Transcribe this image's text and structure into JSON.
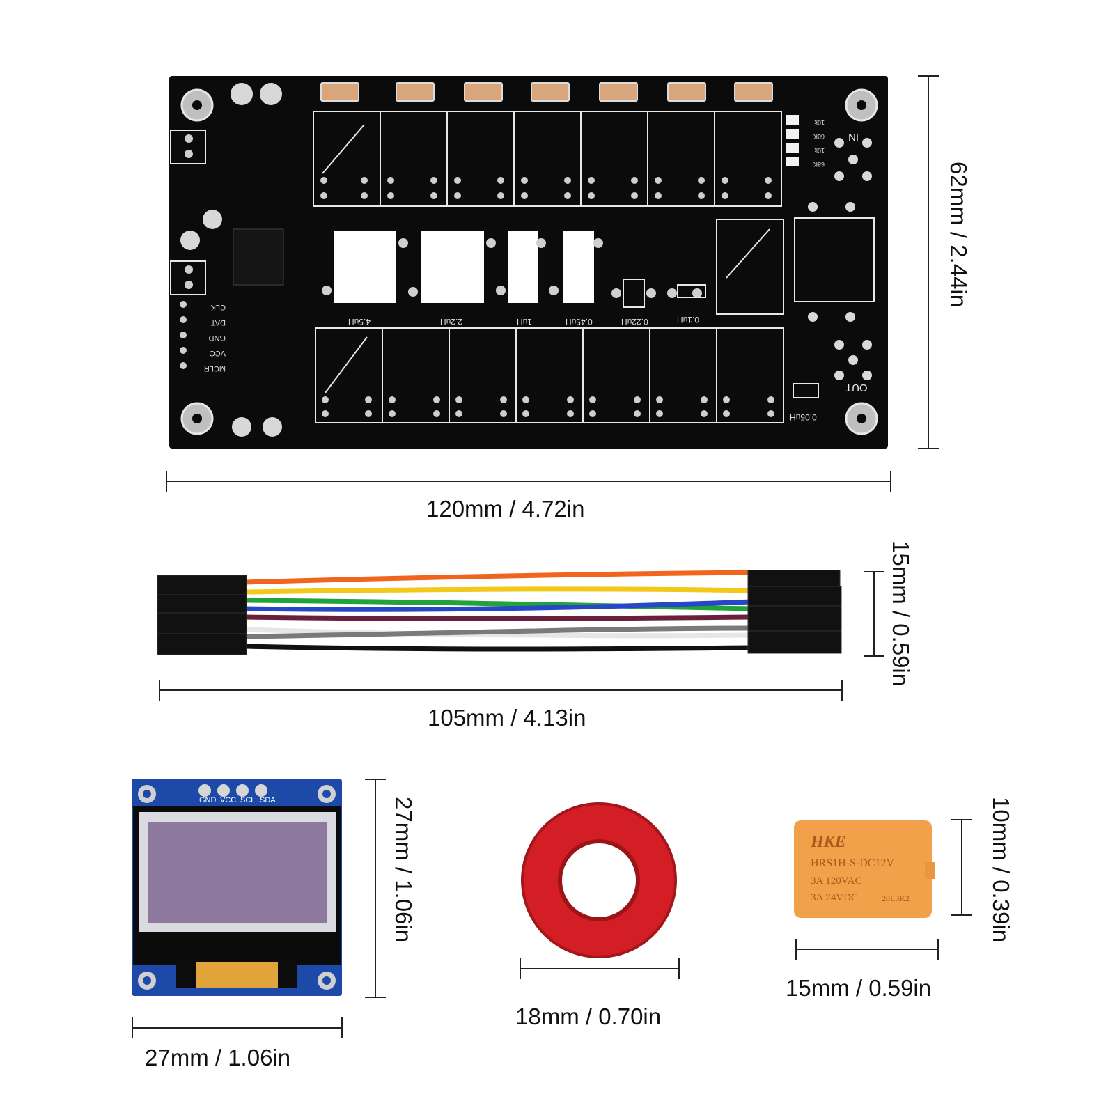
{
  "dimensions": {
    "pcb_width": "120mm / 4.72in",
    "pcb_height": "62mm / 2.44in",
    "cable_width": "105mm / 4.13in",
    "cable_height": "15mm / 0.59in",
    "oled_width": "27mm / 1.06in",
    "oled_height": "27mm / 1.06in",
    "toroid_width": "18mm / 0.70in",
    "relay_width": "15mm / 0.59in",
    "relay_height": "10mm / 0.39in"
  },
  "pcb": {
    "port_in": "IN",
    "port_out": "OUT",
    "pins": [
      "CLK",
      "DAT",
      "GND",
      "VCC",
      "MCLR"
    ],
    "inductors": [
      "4.5uH",
      "2.2uH",
      "1uH",
      "0.45uH",
      "0.22uH",
      "0.1uH"
    ],
    "inductor_out": "0.05uH",
    "resistors": [
      "10k",
      "68K",
      "10k",
      "68K"
    ]
  },
  "oled": {
    "pins": [
      "GND",
      "VCC",
      "SCL",
      "SDA"
    ]
  },
  "relay": {
    "brand": "HKE",
    "model": "HRS1H-S-DC12V",
    "rating1": "3A  120VAC",
    "rating2": "3A  24VDC",
    "code": "20L3K2"
  },
  "cable": {
    "wire_colors": [
      "#f0641e",
      "#f2c91a",
      "#22a33a",
      "#2846c8",
      "#6a1f3c",
      "#e6e6e6",
      "#7a7a7a",
      "#111111"
    ]
  }
}
